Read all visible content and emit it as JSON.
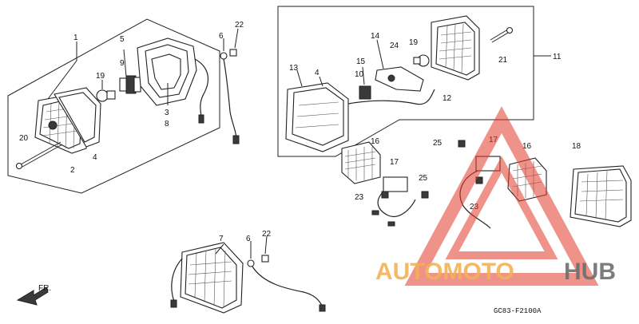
{
  "diagram": {
    "code": "GC83-F2100A",
    "front_label": "FR.",
    "labels": [
      {
        "id": "l1",
        "text": "1"
      },
      {
        "id": "l2",
        "text": "2"
      },
      {
        "id": "l3",
        "text": "3"
      },
      {
        "id": "l4",
        "text": "4"
      },
      {
        "id": "l5",
        "text": "5"
      },
      {
        "id": "l6",
        "text": "6"
      },
      {
        "id": "l7",
        "text": "7"
      },
      {
        "id": "l8",
        "text": "8"
      },
      {
        "id": "l9",
        "text": "9"
      },
      {
        "id": "l19a",
        "text": "19"
      },
      {
        "id": "l20",
        "text": "20"
      },
      {
        "id": "l22a",
        "text": "22"
      },
      {
        "id": "l4b",
        "text": "4"
      },
      {
        "id": "l6b",
        "text": "6"
      },
      {
        "id": "l10",
        "text": "10"
      },
      {
        "id": "l11",
        "text": "11"
      },
      {
        "id": "l12",
        "text": "12"
      },
      {
        "id": "l13",
        "text": "13"
      },
      {
        "id": "l14",
        "text": "14"
      },
      {
        "id": "l15",
        "text": "15"
      },
      {
        "id": "l16a",
        "text": "16"
      },
      {
        "id": "l16b",
        "text": "16"
      },
      {
        "id": "l17a",
        "text": "17"
      },
      {
        "id": "l17b",
        "text": "17"
      },
      {
        "id": "l18",
        "text": "18"
      },
      {
        "id": "l19b",
        "text": "19"
      },
      {
        "id": "l21",
        "text": "21"
      },
      {
        "id": "l22b",
        "text": "22"
      },
      {
        "id": "l23a",
        "text": "23"
      },
      {
        "id": "l23b",
        "text": "23"
      },
      {
        "id": "l24",
        "text": "24"
      },
      {
        "id": "l25a",
        "text": "25"
      },
      {
        "id": "l25b",
        "text": "25"
      },
      {
        "id": "l6c",
        "text": "6"
      }
    ]
  },
  "watermark": {
    "part1": "AUTOMOTO",
    "part2": "HUB",
    "color_primary": "#f4b256",
    "color_secondary": "#6e6e6e",
    "triangle_color": "#e23a2c"
  }
}
